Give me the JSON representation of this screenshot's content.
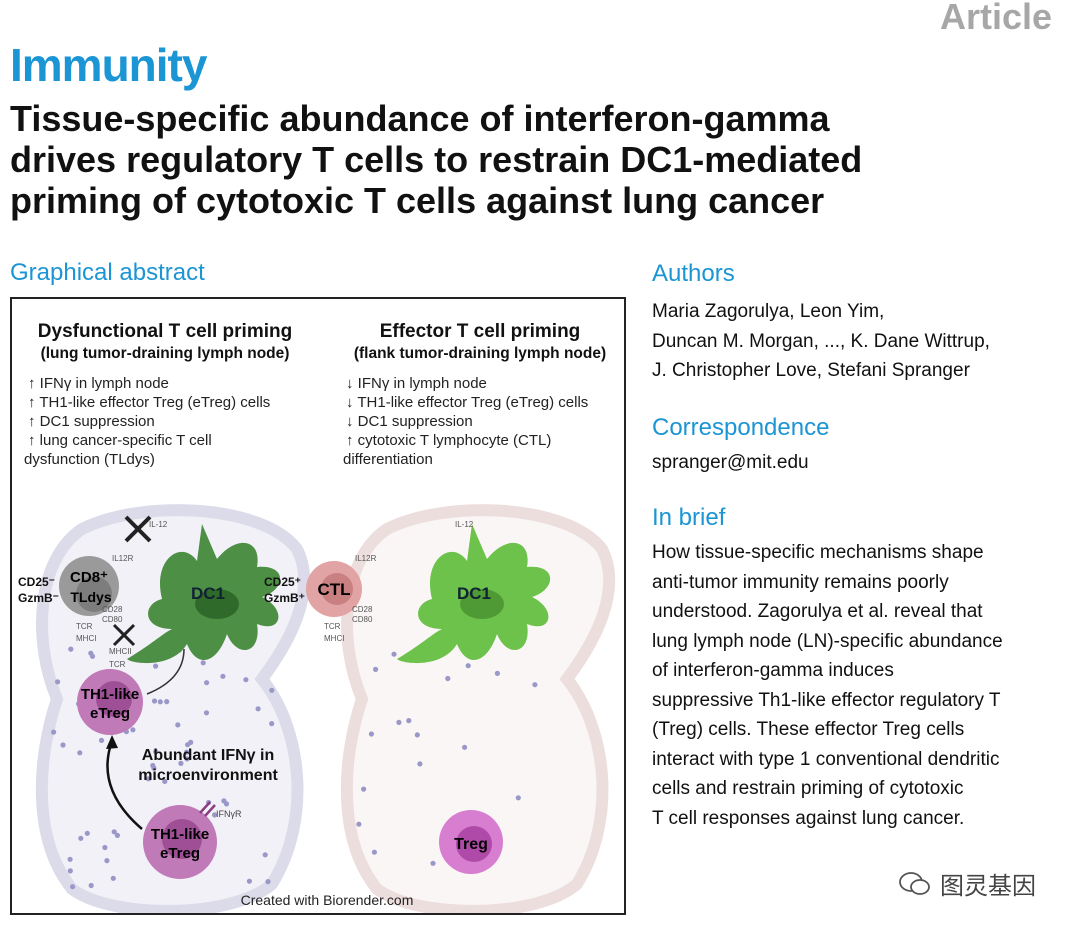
{
  "header": {
    "article_type": "Article",
    "journal": "Immunity"
  },
  "title_lines": [
    "Tissue-specific abundance of interferon-gamma",
    "drives regulatory T cells to restrain DC1-mediated",
    "priming of cytotoxic T cells against lung cancer"
  ],
  "graphical_abstract": {
    "label": "Graphical abstract",
    "left": {
      "heading": "Dysfunctional T cell priming",
      "subheading": "(lung tumor-draining lymph node)",
      "bullets": [
        "↑ IFNγ in lymph node",
        "↑ TH1-like effector Treg (eTreg) cells",
        "↑ DC1 suppression",
        "↑ lung cancer-specific T cell",
        "dysfunction (TLdys)"
      ],
      "il12": "IL-12",
      "il12r": "IL12R",
      "cd25": "CD25⁻",
      "gzmb": "GzmB⁻",
      "cd8": "CD8⁺",
      "tldys": "TLdys",
      "dc1": "DC1",
      "cd28": "CD28",
      "cd80": "CD80",
      "tcr": "TCR",
      "mhci": "MHCI",
      "mhcii": "MHCII",
      "tcr2": "TCR",
      "etreg1_a": "TH1-like",
      "etreg1_b": "eTreg",
      "ifn_a": "Abundant IFNγ in",
      "ifn_b": "microenvironment",
      "ifngr": "IFNγR",
      "etreg2_a": "TH1-like",
      "etreg2_b": "eTreg"
    },
    "right": {
      "heading": "Effector T cell priming",
      "subheading": "(flank tumor-draining lymph node)",
      "bullets": [
        "↓ IFNγ in lymph node",
        "↓ TH1-like effector Treg (eTreg) cells",
        "↓ DC1 suppression",
        "↑ cytotoxic T lymphocyte (CTL)",
        "differentiation"
      ],
      "il12": "IL-12",
      "il12r": "IL12R",
      "cd25": "CD25⁺",
      "gzmb": "GzmB⁺",
      "ctl": "CTL",
      "dc1": "DC1",
      "cd28": "CD28",
      "cd80": "CD80",
      "tcr": "TCR",
      "mhci": "MHCI",
      "treg": "Treg"
    },
    "credit": "Created with Biorender.com"
  },
  "authors": {
    "heading": "Authors",
    "lines": [
      "Maria Zagorulya, Leon Yim,",
      "Duncan M. Morgan, ..., K. Dane Wittrup,",
      "J. Christopher Love, Stefani Spranger"
    ]
  },
  "correspondence": {
    "heading": "Correspondence",
    "email": "spranger@mit.edu"
  },
  "in_brief": {
    "heading": "In brief",
    "lines": [
      "How tissue-specific mechanisms shape",
      "anti-tumor immunity remains poorly",
      "understood. Zagorulya et al. reveal that",
      "lung lymph node (LN)-specific abundance",
      "of interferon-gamma induces",
      "suppressive Th1-like effector regulatory T",
      "(Treg) cells. These effector Treg cells",
      "interact with type 1 conventional dendritic",
      "cells and restrain priming of cytotoxic",
      "T cell responses against lung cancer."
    ]
  },
  "watermark": "图灵基因",
  "colors": {
    "brand": "#1b95d3",
    "dc1_left": "#4e8f46",
    "dc1_right": "#6cc24a",
    "treg": "#c06bb8"
  }
}
